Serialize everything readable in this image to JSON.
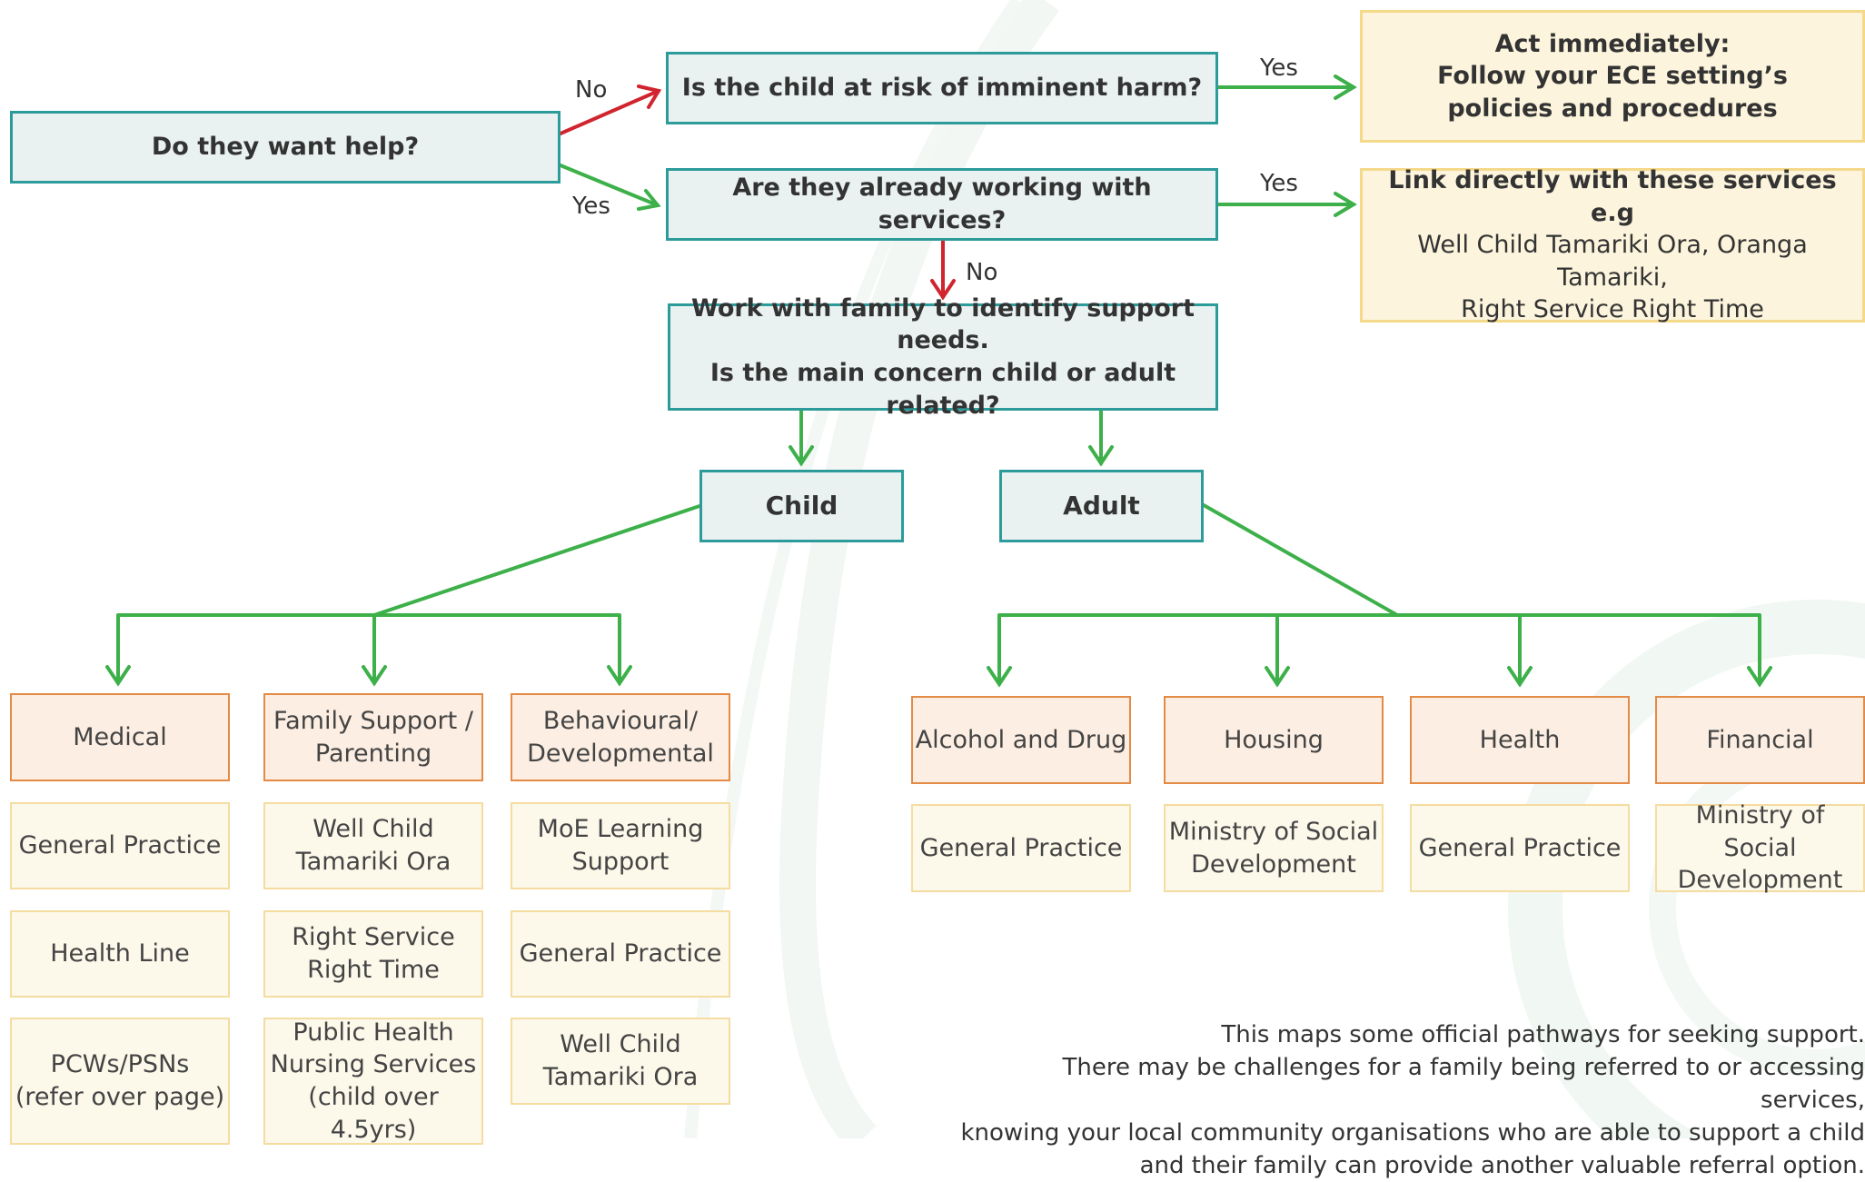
{
  "decisions": {
    "want_help": "Do they want help?",
    "imminent_harm": "Is the child at risk of imminent harm?",
    "working_with_services": "Are they already working with services?",
    "identify_line1": "Work with family to identify support needs.",
    "identify_line2": "Is the main concern child or adult related?"
  },
  "labels": {
    "no_top": "No",
    "yes_top": "Yes",
    "yes_harm": "Yes",
    "yes_services": "Yes",
    "no_services": "No"
  },
  "outcomes": {
    "act_line1": "Act immediately:",
    "act_line2": "Follow your ECE setting’s",
    "act_line3": "policies and procedures",
    "link_bold": "Link directly with these services e.g",
    "link_line2": "Well Child Tamariki Ora, Oranga Tamariki,",
    "link_line3": "Right Service Right Time"
  },
  "branches": {
    "child": "Child",
    "adult": "Adult"
  },
  "child_columns": [
    {
      "category": [
        "Medical"
      ],
      "services": [
        [
          "General Practice"
        ],
        [
          "Health Line"
        ],
        [
          "PCWs/PSNs",
          "(refer over page)"
        ]
      ]
    },
    {
      "category": [
        "Family Support /",
        "Parenting"
      ],
      "services": [
        [
          "Well Child",
          "Tamariki Ora"
        ],
        [
          "Right Service",
          "Right Time"
        ],
        [
          "Public Health",
          "Nursing Services",
          "(child over 4.5yrs)"
        ]
      ]
    },
    {
      "category": [
        "Behavioural/",
        "Developmental"
      ],
      "services": [
        [
          "MoE Learning",
          "Support"
        ],
        [
          "General Practice"
        ],
        [
          "Well Child",
          "Tamariki Ora"
        ]
      ]
    }
  ],
  "adult_columns": [
    {
      "category": [
        "Alcohol and Drug"
      ],
      "services": [
        [
          "General Practice"
        ]
      ]
    },
    {
      "category": [
        "Housing"
      ],
      "services": [
        [
          "Ministry of Social",
          "Development"
        ]
      ]
    },
    {
      "category": [
        "Health"
      ],
      "services": [
        [
          "General Practice"
        ]
      ]
    },
    {
      "category": [
        "Financial"
      ],
      "services": [
        [
          "Ministry of Social",
          "Development"
        ]
      ]
    }
  ],
  "note": {
    "line1": "This maps some official pathways for seeking support.",
    "line2": "There may be challenges for a family being referred to or accessing services,",
    "line3": "knowing your local community organisations who are able to support a child",
    "line4": "and their family can provide another valuable referral option."
  },
  "colors": {
    "green_arrow": "#3db04a",
    "red_arrow": "#d1242f",
    "teal_border": "#2e9b9b"
  }
}
